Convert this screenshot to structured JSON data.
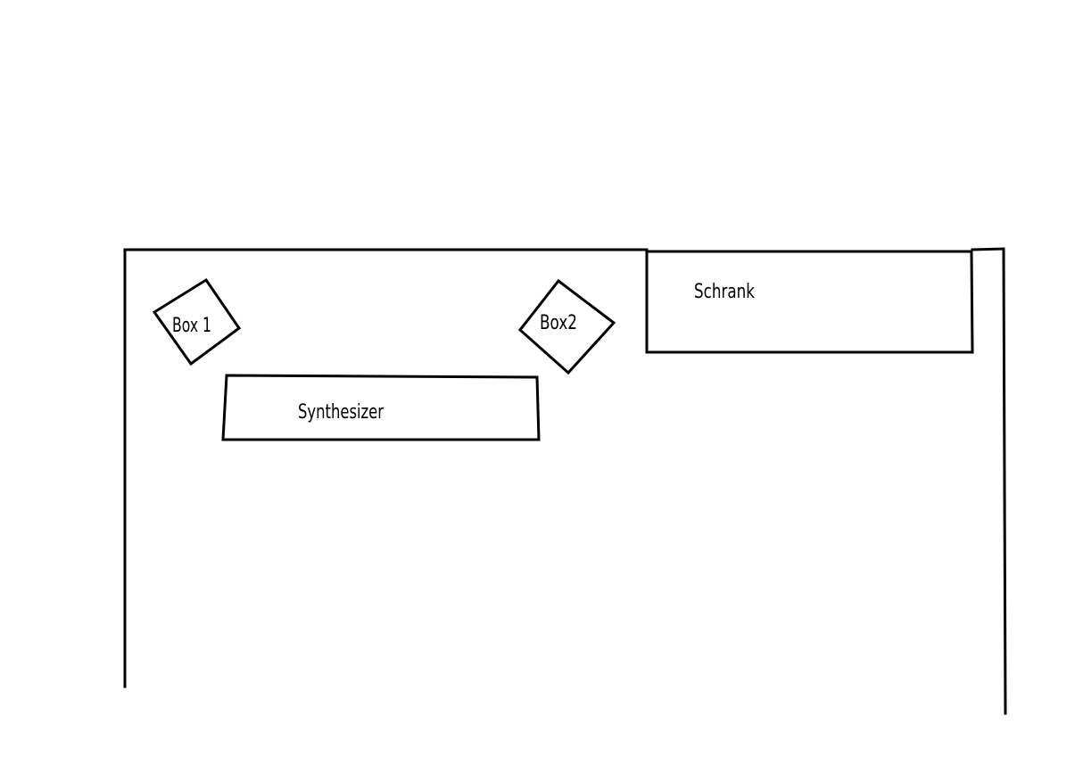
{
  "diagram": {
    "labels": {
      "box1": "Box 1",
      "box2": "Box2",
      "synthesizer": "Synthesizer",
      "schrank": "Schrank"
    },
    "colors": {
      "stroke": "#000000",
      "background": "#ffffff"
    }
  }
}
